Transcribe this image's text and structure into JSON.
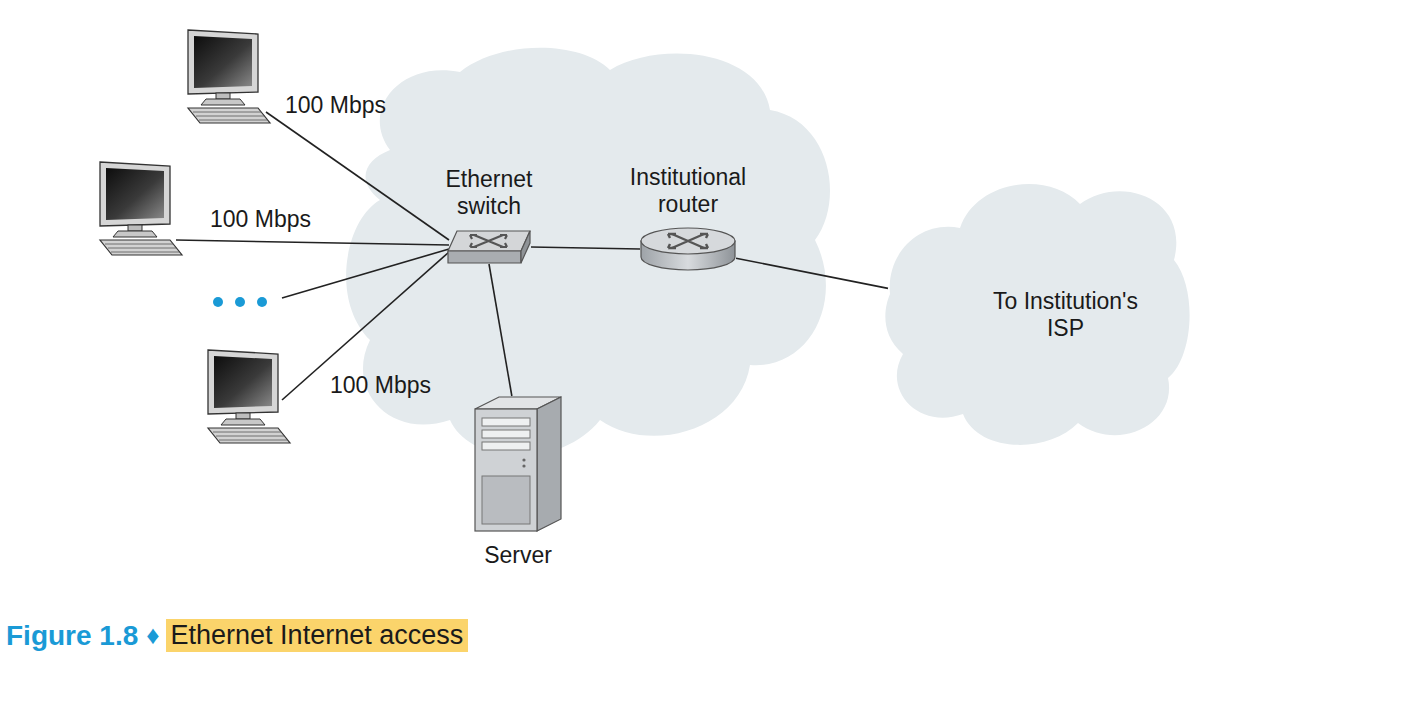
{
  "diagram": {
    "caption": "Ethernet Internet access",
    "nodes": [
      {
        "text": [
          "Ethernet switch"
        ]
      },
      {
        "text": [
          "Institutional router"
        ]
      },
      {
        "text": [
          "Server"
        ]
      },
      {
        "text": [
          "To Institution's ISP"
        ]
      }
    ],
    "edges": [
      {
        "from": 0,
        "to": 1,
        "arrow": "none"
      },
      {
        "from": 0,
        "to": 2,
        "arrow": "none"
      },
      {
        "from": 1,
        "to": 3,
        "arrow": "none"
      }
    ],
    "labels": [
      "100 Mbps",
      "100 Mbps",
      "100 Mbps",
      "Figure 1.8",
      "♦"
    ]
  }
}
